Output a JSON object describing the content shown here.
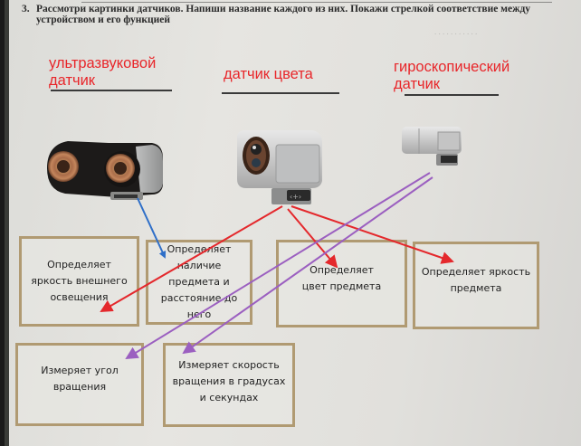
{
  "task": {
    "number": "3.",
    "text": "Рассмотри картинки датчиков. Напиши название каждого из них. Покажи стрелкой соответствие между устройством и его функцией"
  },
  "sensors": [
    {
      "id": "ultrasonic",
      "answer": "ультразвуковой датчик"
    },
    {
      "id": "color",
      "answer": "датчик цвета"
    },
    {
      "id": "gyro",
      "answer": "гироскопический датчик"
    }
  ],
  "functions": [
    {
      "id": "ambient-light",
      "text": "Определяет яркость внешнего освещения"
    },
    {
      "id": "distance",
      "text": "Определяет наличие предмета и расстояние до него"
    },
    {
      "id": "color",
      "text": "Определяет цвет предмета"
    },
    {
      "id": "reflected-light",
      "text": "Определяет яркость предмета"
    },
    {
      "id": "angle",
      "text": "Измеряет угол вращения"
    },
    {
      "id": "rate",
      "text": "Измеряет скорость вращения в градусах и секундах"
    }
  ],
  "arrow_colors": {
    "ultrasonic": "#2f6fc8",
    "color": "#e4282c",
    "gyro": "#9b5fc0"
  },
  "box_border_color": "#b09a72"
}
